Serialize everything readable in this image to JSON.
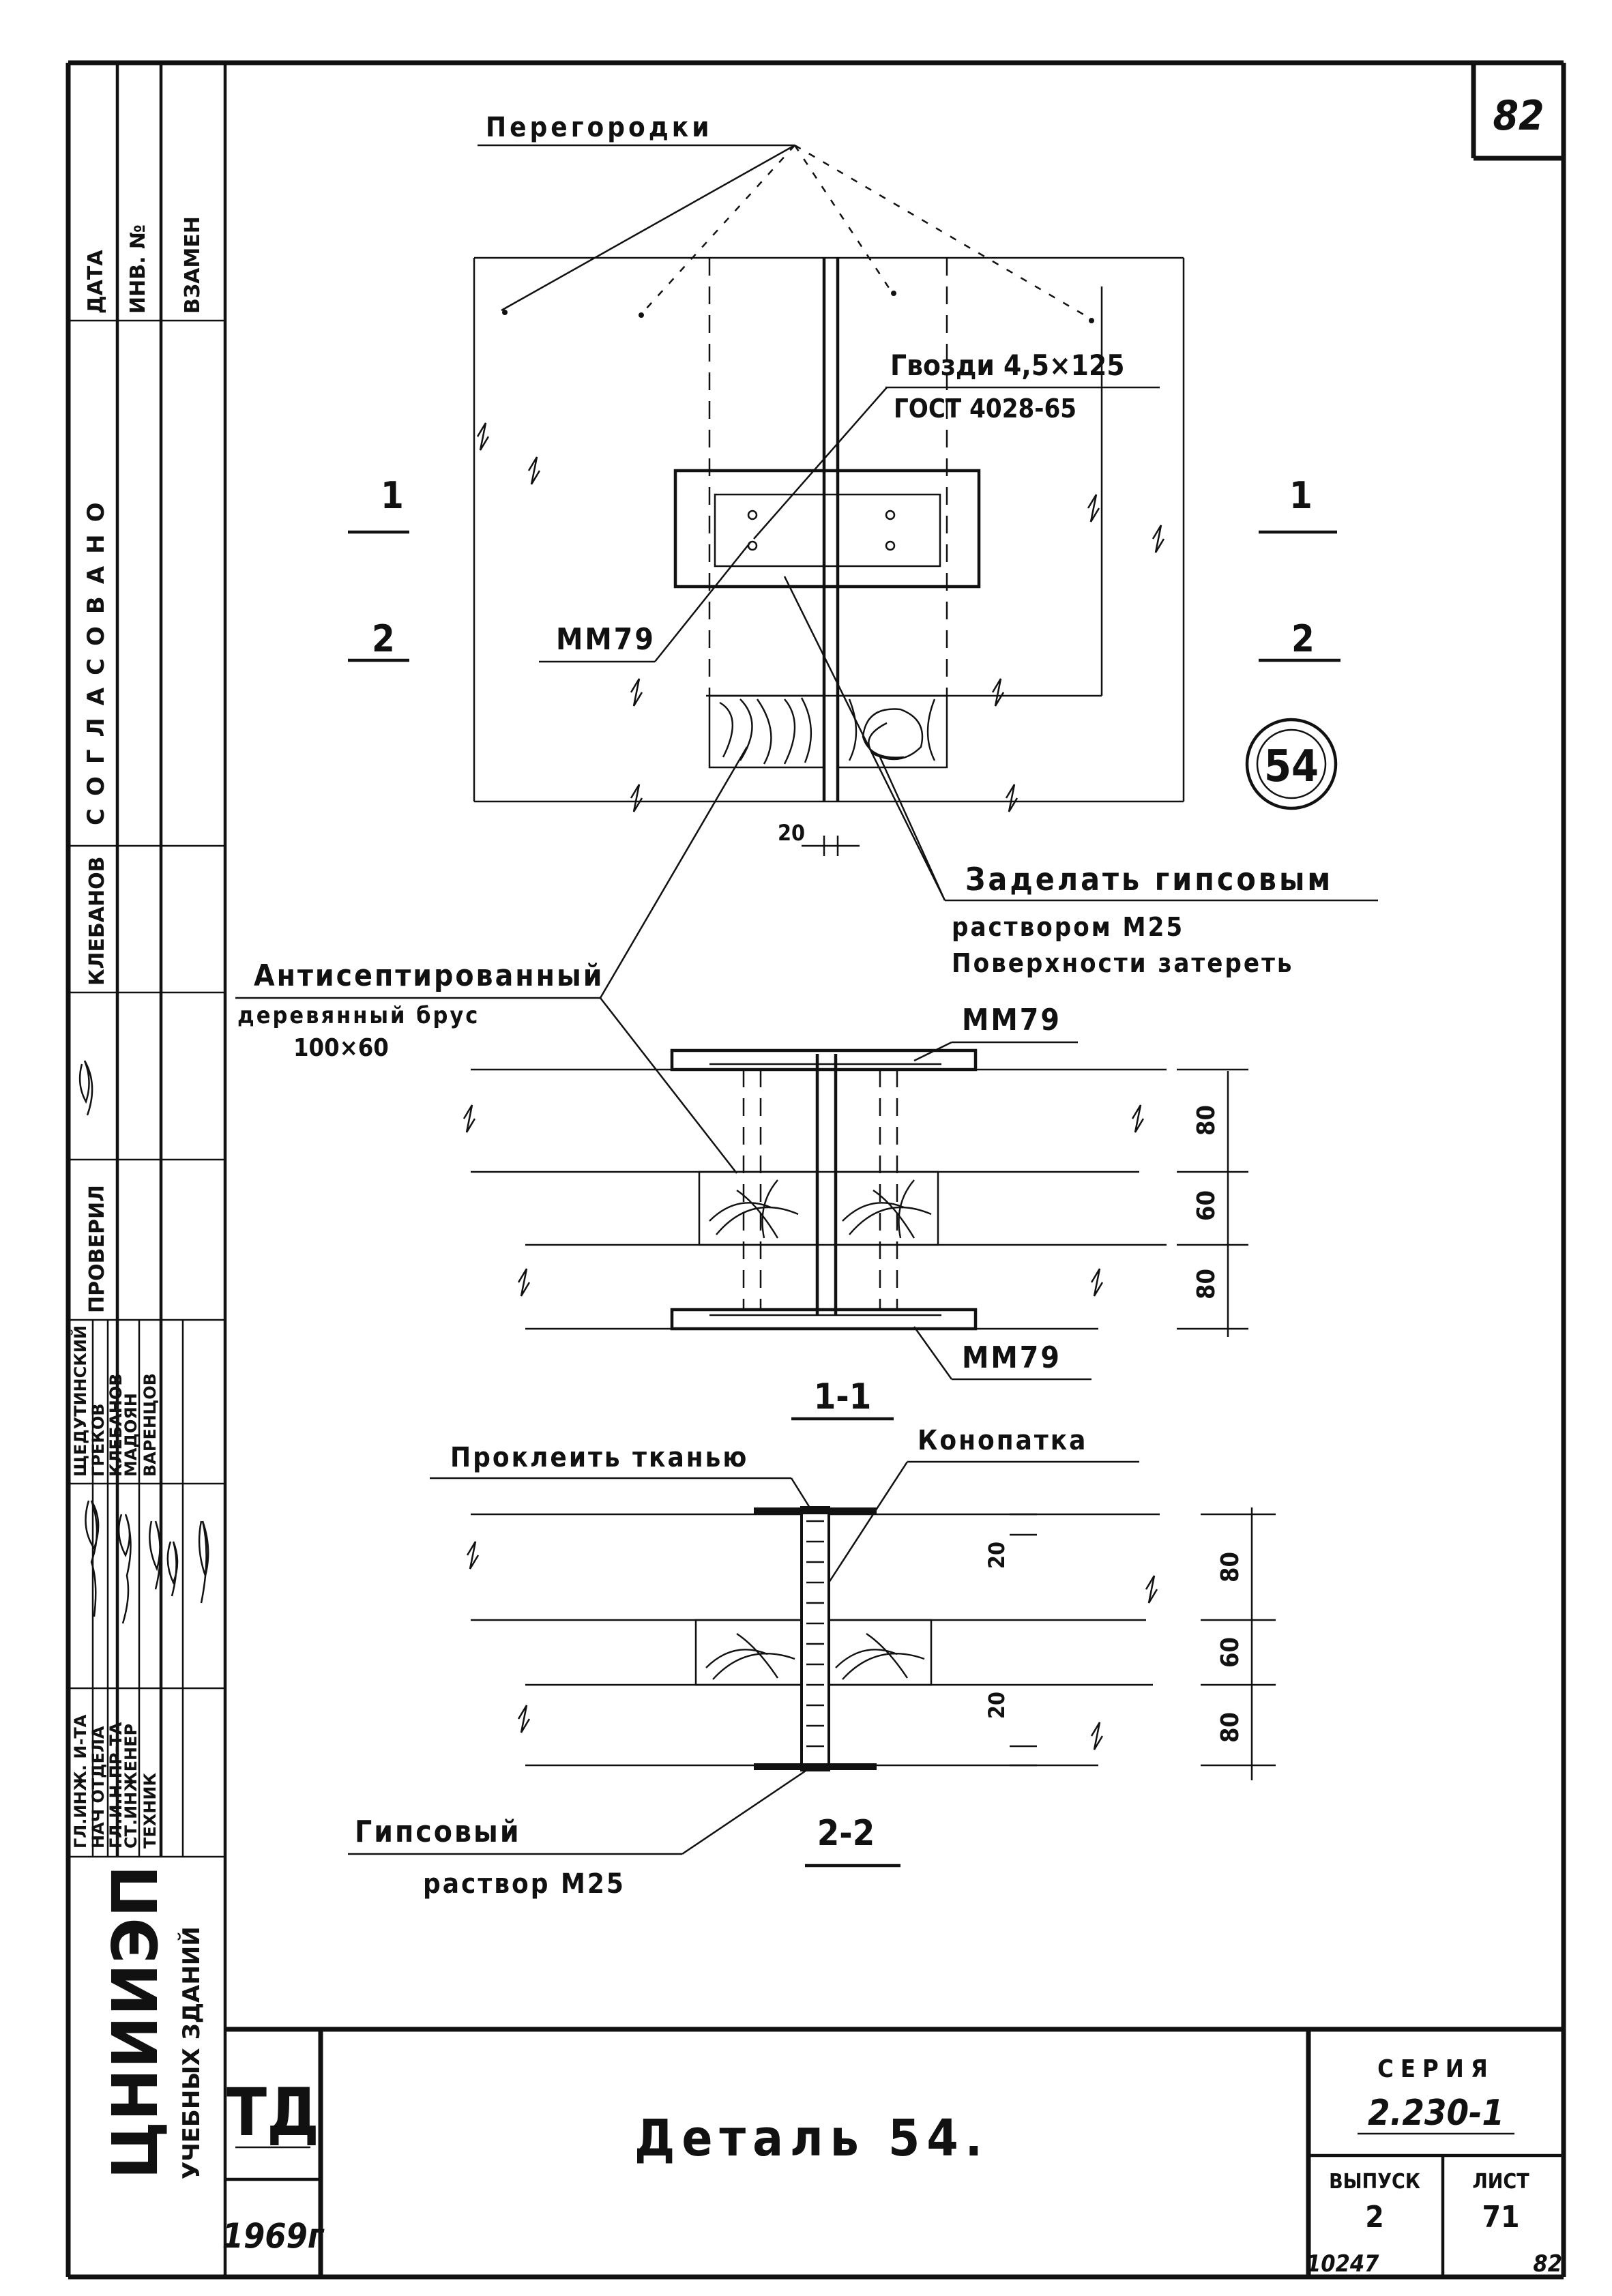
{
  "sheet": {
    "page_number": "82",
    "title": "Деталь 54.",
    "detail_number": "54",
    "stamp_org": "ТД",
    "stamp_year": "1969г",
    "series_label": "СЕРИЯ",
    "series_value": "2.230-1",
    "issue_label": "ВЫПУСК",
    "issue_value": "2",
    "sheet_label": "ЛИСТ",
    "sheet_value": "71",
    "archive_number": "10247",
    "bottom_page": "82"
  },
  "institute": {
    "name": "ЦНИИЭП",
    "subtitle": "УЧЕБНЫХ ЗДАНИЙ"
  },
  "margin": {
    "header": [
      "ДАТА",
      "ИНВ. №",
      "ВЗАМЕН"
    ],
    "agreed_label": "СОГЛАСОВАНО",
    "roles": [
      "КЛЕБАНОВ",
      "ПРОВЕРИЛ"
    ],
    "staff_titles": [
      "ГЛ.ИНЖ. И-ТА",
      "НАЧ ОТДЕЛА",
      "ГЛ.И.Н.ПР-ТА",
      "СТ.ИНЖЕНЕР",
      "ТЕХНИК"
    ],
    "staff_names": [
      "ЩЕДУТИНСКИЙ",
      "ГРЕКОВ",
      "КЛЕБАНОВ",
      "МАДОЯН",
      "ВАРЕНЦОВ"
    ]
  },
  "plan": {
    "partitions_label": "Перегородки",
    "nails_label": "Гвозди 4,5×125",
    "nails_standard": "ГОСТ 4028-65",
    "section1_mark": "1",
    "section2_mark": "2",
    "plate_label": "ММ79",
    "gap_dim": "20",
    "fill_label_1": "Заделать гипсовым",
    "fill_label_2": "раствором М25",
    "fill_label_3": "Поверхности затереть"
  },
  "section_1_1": {
    "title": "1-1",
    "beam_label_1": "Антисептированный",
    "beam_label_2": "деревянный брус",
    "beam_size": "100×60",
    "plate_top": "ММ79",
    "plate_bottom": "ММ79",
    "dims": [
      "80",
      "60",
      "80"
    ]
  },
  "section_2_2": {
    "title": "2-2",
    "tape_label": "Проклеить тканью",
    "caulk_label": "Конопатка",
    "gap_dims": [
      "20",
      "20"
    ],
    "dims": [
      "80",
      "60",
      "80"
    ],
    "mortar_label_1": "Гипсовый",
    "mortar_label_2": "раствор М25"
  }
}
